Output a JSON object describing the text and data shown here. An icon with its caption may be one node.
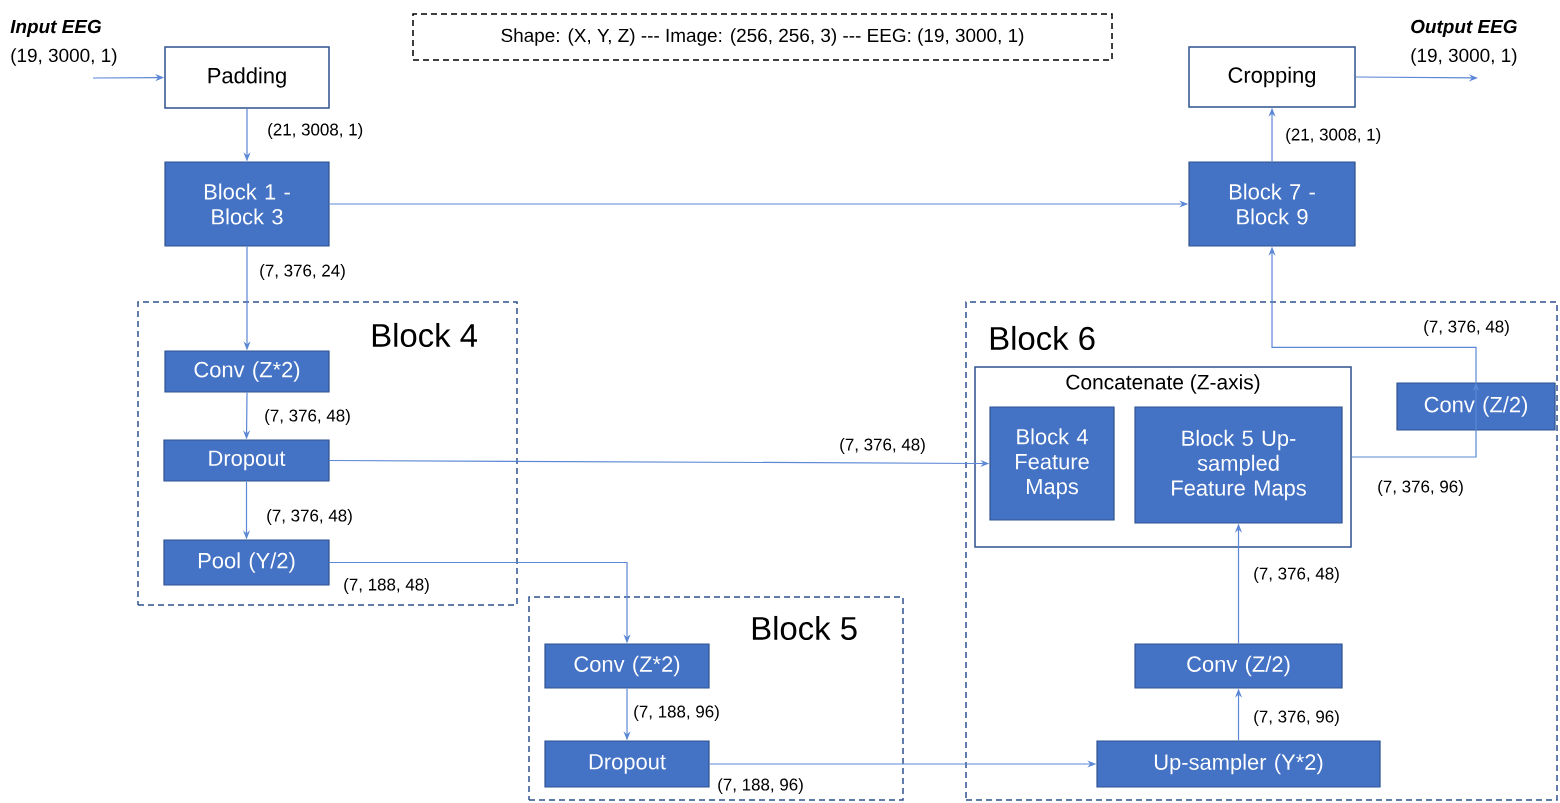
{
  "diagram": {
    "nodes": [
      {
        "text": [
          "Padding"
        ]
      },
      {
        "text": [
          "Block 1 - Block 3"
        ]
      },
      {
        "text": [
          "Cropping"
        ]
      },
      {
        "text": [
          "Block 7 - Block 9"
        ]
      },
      {
        "text": [
          "Block 4"
        ]
      },
      {
        "text": [
          "Conv (Z*2)"
        ],
        "in": 4
      },
      {
        "text": [
          "Dropout"
        ],
        "in": 4
      },
      {
        "text": [
          "Pool (Y/2)"
        ],
        "in": 4
      },
      {
        "text": [
          "Block 5"
        ]
      },
      {
        "text": [
          "Conv (Z*2)"
        ],
        "in": 8
      },
      {
        "text": [
          "Dropout"
        ],
        "in": 8
      },
      {
        "text": [
          "Block 6"
        ]
      },
      {
        "text": [
          "Concatenate (Z-axis)"
        ],
        "in": 11
      },
      {
        "text": [
          "Block 4 Feature Maps"
        ],
        "in": 12
      },
      {
        "text": [
          "Block 5 Up-sampled Feature Maps"
        ],
        "in": 12
      },
      {
        "text": [
          "Conv (Z/2)"
        ],
        "in": 11
      },
      {
        "text": [
          "Conv (Z/2)"
        ],
        "in": 11
      },
      {
        "text": [
          "Up-sampler (Y*2)"
        ],
        "in": 11
      },
      {
        "text": [
          "Shape: (X, Y, Z) --- Image: (256, 256, 3) --- EEG: (19, 3000, 1)"
        ]
      },
      {
        "text": [
          "Input EEG",
          "(19, 3000, 1)"
        ]
      },
      {
        "text": [
          "Output EEG",
          "(19, 3000, 1)"
        ]
      }
    ],
    "edges": [
      {
        "from": 19,
        "to": 0,
        "arrow": "to"
      },
      {
        "from": 0,
        "to": 1,
        "arrow": "to",
        "label": "(21, 3008, 1)"
      },
      {
        "from": 1,
        "to": 3,
        "arrow": "to"
      },
      {
        "from": 1,
        "to": 5,
        "arrow": "to",
        "label": "(7, 376, 24)"
      },
      {
        "from": 5,
        "to": 6,
        "arrow": "to",
        "label": "(7, 376, 48)"
      },
      {
        "from": 6,
        "to": 13,
        "arrow": "to",
        "label": "(7, 376, 48)"
      },
      {
        "from": 6,
        "to": 7,
        "arrow": "to",
        "label": "(7, 376, 48)"
      },
      {
        "from": 7,
        "to": 9,
        "arrow": "to",
        "label": "(7, 188, 48)"
      },
      {
        "from": 9,
        "to": 10,
        "arrow": "to",
        "label": "(7, 188, 96)"
      },
      {
        "from": 10,
        "to": 17,
        "arrow": "to",
        "label": "(7, 188, 96)"
      },
      {
        "from": 17,
        "to": 16,
        "arrow": "to",
        "label": "(7, 376, 96)"
      },
      {
        "from": 16,
        "to": 14,
        "arrow": "to",
        "label": "(7, 376, 48)"
      },
      {
        "from": 12,
        "to": 15,
        "arrow": "to",
        "label": "(7, 376, 96)"
      },
      {
        "from": 15,
        "to": 3,
        "arrow": "to",
        "label": "(7, 376, 48)"
      },
      {
        "from": 3,
        "to": 2,
        "arrow": "to",
        "label": "(21, 3008, 1)"
      },
      {
        "from": 2,
        "to": 20,
        "arrow": "to"
      }
    ]
  }
}
